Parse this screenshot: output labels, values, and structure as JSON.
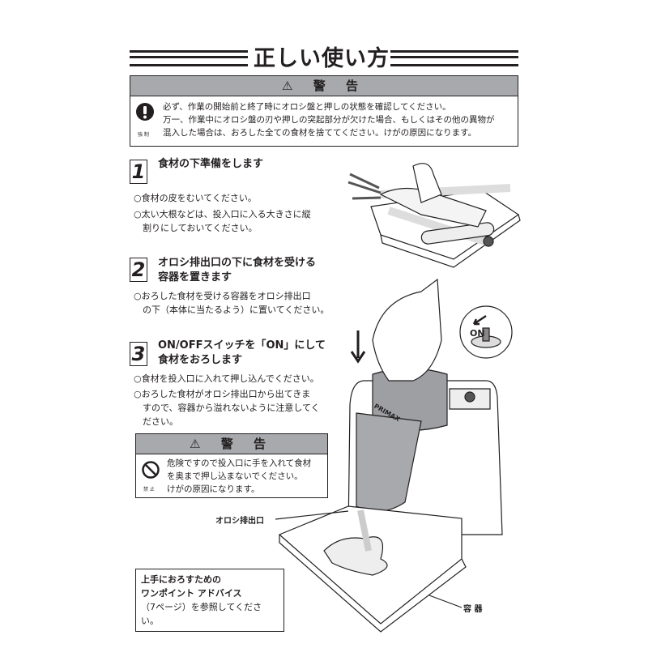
{
  "page_title": "正しい使い方",
  "warning_top": {
    "header": "警 告",
    "icon": "exclamation-circle-icon",
    "icon_caption": "強 制",
    "lines": [
      "必ず、作業の開始前と終了時にオロシ盤と押しの状態を確認してください。",
      "万一、作業中にオロシ盤の刃や押しの突起部分が欠けた場合、もしくはその他の異物が",
      "混入した場合は、おろした全ての食材を捨ててください。けがの原因になります。"
    ]
  },
  "steps": [
    {
      "number": "1",
      "title": [
        "食材の下準備をします"
      ],
      "bullets": [
        [
          "○食材の皮をむいてください。"
        ],
        [
          "○太い大根などは、投入口に入る大きさに縦",
          "　割りにしておいてください。"
        ]
      ]
    },
    {
      "number": "2",
      "title": [
        "オロシ排出口の下に食材を受ける",
        "容器を置きます"
      ],
      "bullets": [
        [
          "○おろした食材を受ける容器をオロシ排出口",
          "　の下（本体に当たるよう）に置いてください。"
        ]
      ]
    },
    {
      "number": "3",
      "title": [
        "ON/OFFスイッチを「ON」にして",
        "食材をおろします"
      ],
      "bullets": [
        [
          "○食材を投入口に入れて押し込んでください。"
        ],
        [
          "○おろした食材がオロシ排出口から出てきま",
          "　すので、容器から溢れないように注意してく",
          "　ださい。"
        ]
      ]
    }
  ],
  "warning_step3": {
    "header": "警 告",
    "icon": "prohibited-icon",
    "icon_caption": "禁 止",
    "lines": [
      "危険ですので投入口に手を入れて食材",
      "を奥まで押し込まないでください。",
      "けがの原因になります。"
    ]
  },
  "illustration": {
    "switch_label": "ON",
    "brand_logo": "PRIMAX",
    "outlet_label": "オロシ排出口",
    "container_label": "容 器"
  },
  "advice": {
    "lines": [
      "上手におろすための",
      "ワンポイント アドバイス",
      "（7ページ）を参照してください。"
    ]
  }
}
